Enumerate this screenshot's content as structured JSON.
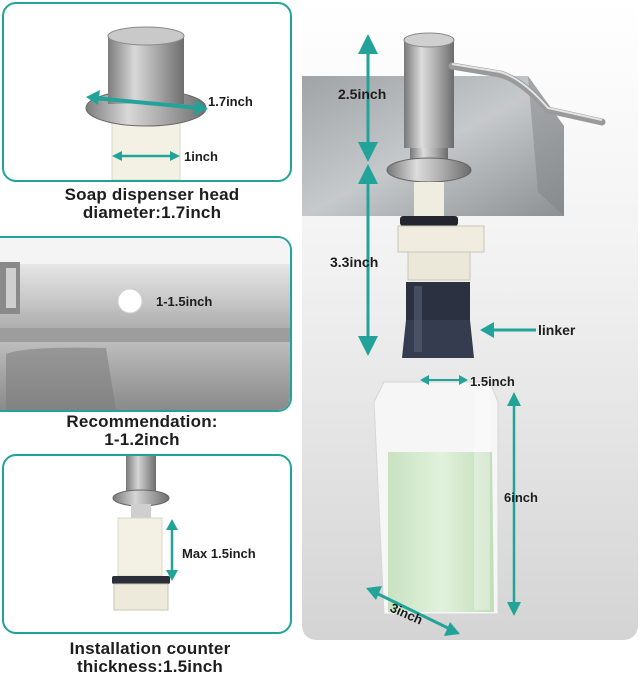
{
  "panels": {
    "head": {
      "measure_outer": "1.7inch",
      "measure_inner": "1inch",
      "caption_line1": "Soap dispenser head",
      "caption_line2": "diameter:1.7inch"
    },
    "sink": {
      "measure_hole": "1-1.5inch",
      "caption_line1": "Recommendation:",
      "caption_line2": "1-1.2inch"
    },
    "counter": {
      "measure_max": "Max 1.5inch",
      "caption_line1": "Installation counter",
      "caption_line2": "thickness:1.5inch"
    }
  },
  "main": {
    "measure_top": "2.5inch",
    "measure_mid": "3.3inch",
    "label_linker": "linker",
    "bottle_width": "1.5inch",
    "bottle_height": "6inch",
    "bottle_depth": "3inch"
  },
  "colors": {
    "accent": "#22a39a",
    "steel": "#a9a9a9",
    "bottle_liquid": "#d8ecd2"
  }
}
